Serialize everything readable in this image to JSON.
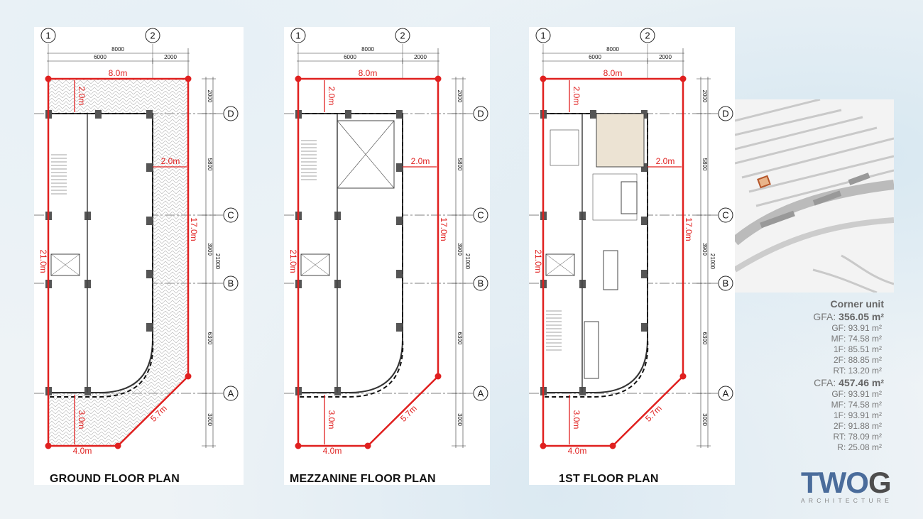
{
  "plans": [
    {
      "title": "GROUND FLOOR PLAN",
      "paving": true,
      "furnished": false
    },
    {
      "title": "MEZZANINE FLOOR PLAN",
      "paving": false,
      "furnished": false
    },
    {
      "title": "1ST FLOOR PLAN",
      "paving": false,
      "furnished": true
    }
  ],
  "grid": {
    "cols": [
      "1",
      "2"
    ],
    "rows": [
      "D",
      "C",
      "B",
      "A"
    ]
  },
  "dims": {
    "total_width": "8000",
    "width_a": "6000",
    "width_b": "2000",
    "rows": [
      "2000",
      "5800",
      "3900",
      "6300",
      "3000"
    ],
    "total_depth": "21000"
  },
  "setback": {
    "width": "8.0m",
    "front": "2.0m",
    "side": "2.0m",
    "right_length": "17.0m",
    "left_length": "21.0m",
    "rear": "3.0m",
    "rear_width": "4.0m",
    "chamfer": "5.7m"
  },
  "colors": {
    "setback": "#e0201f",
    "accent": "#4a6c9b",
    "site_marker": "#e07b39"
  },
  "info": {
    "heading": "Corner unit",
    "gfa_label": "GFA:",
    "gfa_value": "356.05 m²",
    "gfa_items": [
      "GF: 93.91 m²",
      "MF: 74.58 m²",
      "1F: 85.51 m²",
      "2F: 88.85 m²",
      "RT: 13.20 m²"
    ],
    "cfa_label": "CFA:",
    "cfa_value": "457.46 m²",
    "cfa_items": [
      "GF: 93.91 m²",
      "MF: 74.58 m²",
      "1F: 93.91 m²",
      "2F: 91.88 m²",
      "RT: 78.09 m²",
      "R: 25.08 m²"
    ]
  },
  "logo": {
    "main_a": "TWO",
    "main_b": "G",
    "sub": "ARCHITECTURE"
  }
}
